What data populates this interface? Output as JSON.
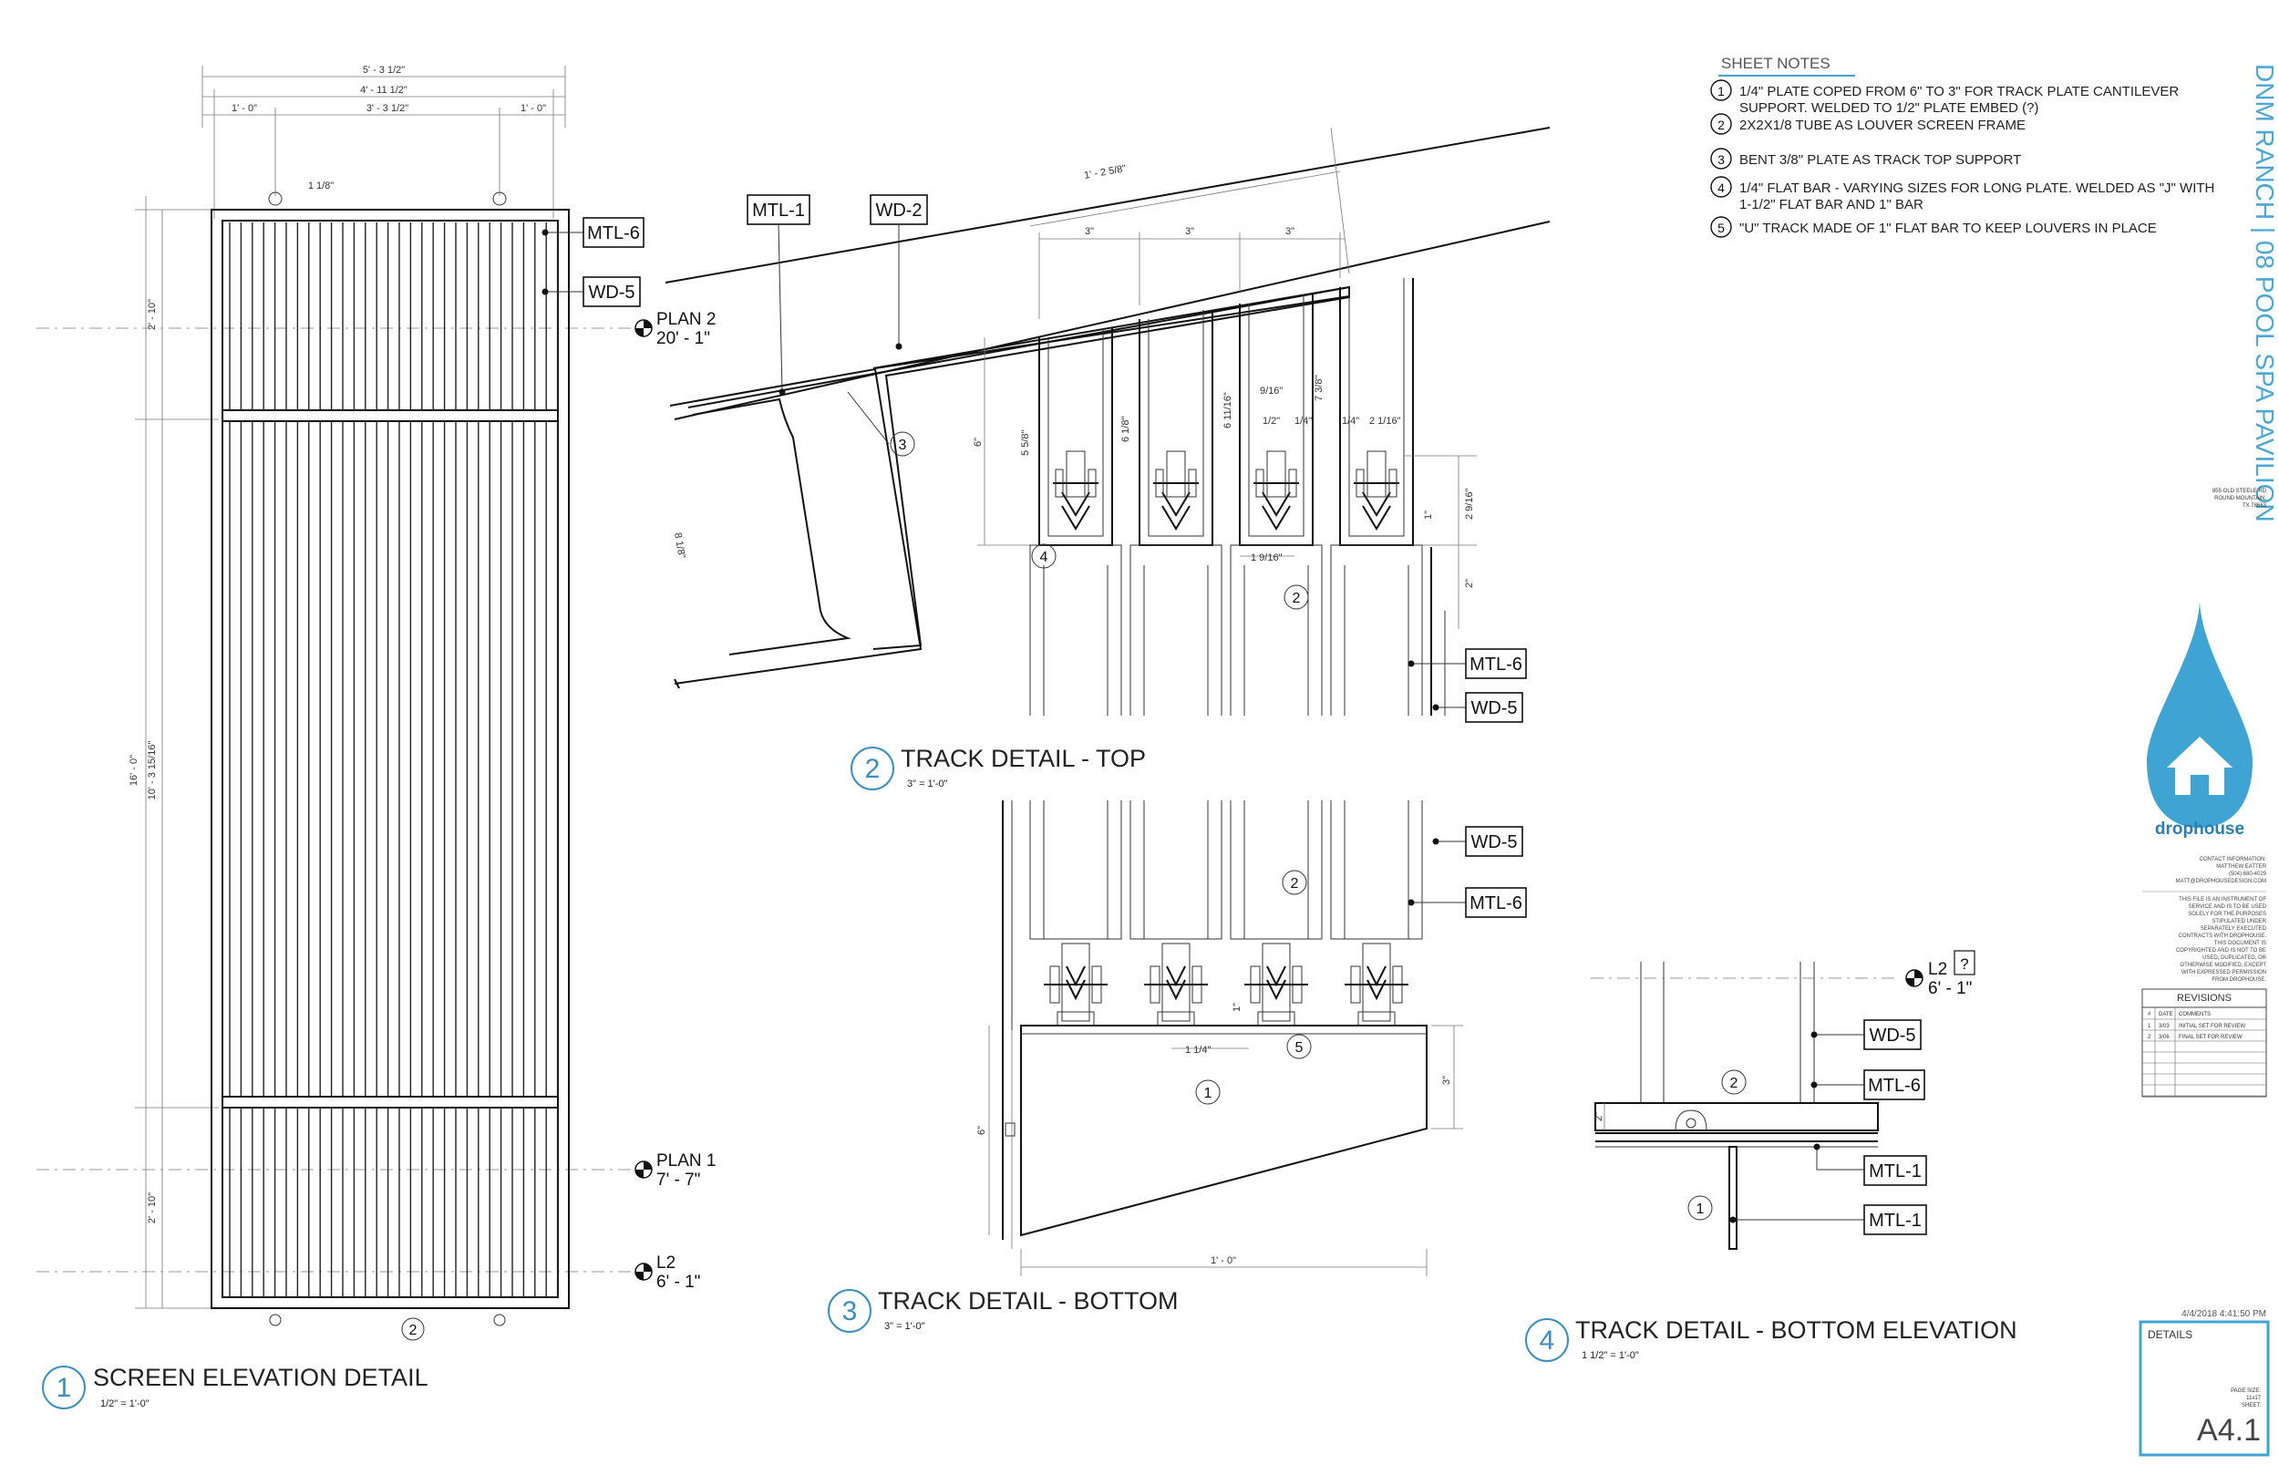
{
  "sheet_notes": {
    "heading": "SHEET NOTES",
    "items": [
      {
        "num": "1",
        "line1": "1/4\" PLATE COPED FROM 6\" TO 3\" FOR TRACK PLATE CANTILEVER",
        "line2": "SUPPORT. WELDED TO 1/2\" PLATE EMBED (?)"
      },
      {
        "num": "2",
        "line1": "2X2X1/8 TUBE AS LOUVER SCREEN FRAME",
        "line2": ""
      },
      {
        "num": "3",
        "line1": "BENT 3/8\" PLATE AS TRACK TOP SUPPORT",
        "line2": ""
      },
      {
        "num": "4",
        "line1": "1/4\" FLAT BAR - VARYING SIZES FOR LONG PLATE. WELDED AS \"J\" WITH",
        "line2": "1-1/2\" FLAT BAR AND 1\" BAR"
      },
      {
        "num": "5",
        "line1": "\"U\" TRACK MADE OF 1\" FLAT BAR TO KEEP LOUVERS IN PLACE",
        "line2": ""
      }
    ]
  },
  "project_title": "DNM RANCH | 08 POOL SPA PAVILION",
  "address": [
    "855 OLD STEELE RD",
    "ROUND MOUNTAIN,",
    "TX 78663"
  ],
  "brand": {
    "name": "drophouse",
    "contact": [
      "CONTACT INFORMATION:",
      "MATTHEW EATTER",
      "(504) 680-4029",
      "MATT@DROPHOUSEDESIGN.COM"
    ],
    "disclaimer": [
      "THIS FILE IS AN INSTRUMENT OF",
      "SERVICE AND IS TO BE USED",
      "SOLELY FOR THE PURPOSES",
      "STIPULATED UNDER",
      "SEPARATELY EXECUTED",
      "CONTRACTS WITH DROPHOUSE.",
      "THIS DOCUMENT IS",
      "COPYRIGHTED AND IS NOT TO BE",
      "USED, DUPLICATED, OR",
      "OTHERWISE MODIFIED, EXCEPT",
      "WITH EXPRESSED PERMISSION",
      "FROM DROPHOUSE."
    ]
  },
  "revisions": {
    "title": "REVISIONS",
    "headers": [
      "#",
      "DATE",
      "COMMENTS"
    ],
    "rows": [
      [
        "1",
        "3/03",
        "INITIAL SET FOR REVIEW"
      ],
      [
        "2",
        "3/06",
        "FINAL SET FOR REVIEW"
      ]
    ]
  },
  "timestamp": "4/4/2018 4:41:50 PM",
  "title_block": {
    "label": "DETAILS",
    "page_size_label": "PAGE SIZE:",
    "page_size": "11x17",
    "sheet_label": "SHEET:",
    "sheet_number": "A4.1"
  },
  "views": [
    {
      "num": "1",
      "title": "SCREEN ELEVATION DETAIL",
      "scale": "1/2\" = 1'-0\""
    },
    {
      "num": "2",
      "title": "TRACK DETAIL - TOP",
      "scale": "3\" = 1'-0\""
    },
    {
      "num": "3",
      "title": "TRACK DETAIL - BOTTOM",
      "scale": "3\" = 1'-0\""
    },
    {
      "num": "4",
      "title": "TRACK DETAIL - BOTTOM ELEVATION",
      "scale": "1 1/2\" = 1'-0\""
    }
  ],
  "levels": {
    "plan2": {
      "name": "PLAN 2",
      "elev": "20' - 1\""
    },
    "plan1": {
      "name": "PLAN 1",
      "elev": "7' - 7\""
    },
    "l2": {
      "name": "L2",
      "elev": "6' - 1\""
    },
    "l2_detail": {
      "name": "L2",
      "elev": "6' - 1\"",
      "flag": "?"
    }
  },
  "tags": {
    "mtl1": "MTL-1",
    "mtl6": "MTL-6",
    "wd2": "WD-2",
    "wd5": "WD-5"
  },
  "dimensions": {
    "elev_overall": "5' - 3 1/2\"",
    "elev_inner": "4' - 11 1/2\"",
    "elev_left": "1' - 0\"",
    "elev_mid": "3' - 3 1/2\"",
    "elev_right": "1' - 0\"",
    "elev_small": "1 1/8\"",
    "elev_total_h": "16' - 0\"",
    "elev_mid_h": "10' - 3 15/16\"",
    "elev_top_h": "2' - 10\"",
    "elev_bot_h": "2' - 10\"",
    "t_overall": "1' - 2 5/8\"",
    "t_3a": "3\"",
    "t_3b": "3\"",
    "t_3c": "3\"",
    "t_8": "8 1/8\"",
    "t_6": "6\"",
    "t_556": "5 5/8\"",
    "t_618": "6 1/8\"",
    "t_6116": "6 11/16\"",
    "t_738": "7 3/8\"",
    "t_916": "9/16\"",
    "t_12": "1/2\"",
    "t_14": "1/4\"",
    "t_14b": "1/4\"",
    "t_2116": "2 1/16\"",
    "t_1916": "1 9/16\"",
    "t_1": "1\"",
    "t_2916": "2 9/16\"",
    "t_2": "2\"",
    "b_114": "1 1/4\"",
    "b_1": "1\"",
    "b_3": "3\"",
    "b_6": "6\"",
    "b_10": "1' - 0\"",
    "e_2": "2\""
  }
}
